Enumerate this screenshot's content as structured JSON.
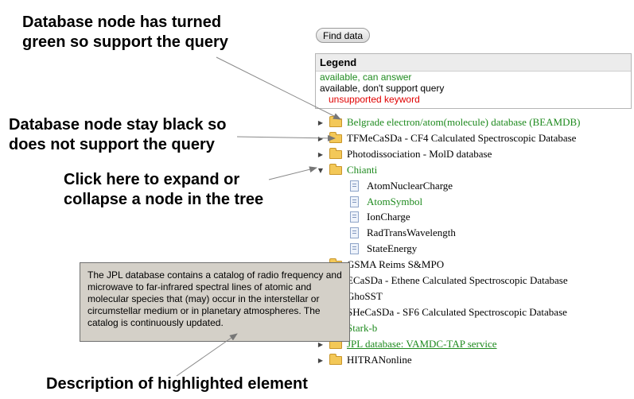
{
  "annotations": {
    "green_node": "Database node has turned green so support the query",
    "black_node": "Database node stay black so does not support the query",
    "expand": "Click here to expand or collapse a node in the tree",
    "description": "Description of highlighted element"
  },
  "toolbar": {
    "find_label": "Find data"
  },
  "legend": {
    "title": "Legend",
    "available": "available, can answer",
    "unsupported_query": "available, don't support query",
    "unsupported_keyword": "unsupported keyword"
  },
  "tree": [
    {
      "label": "Belgrade electron/atom(molecule) database (BEAMDB)",
      "status": "green"
    },
    {
      "label": "TFMeCaSDa - CF4 Calculated Spectroscopic Database",
      "status": "black"
    },
    {
      "label": "Photodissociation - MolD database",
      "status": "black"
    },
    {
      "label": "Chianti",
      "status": "green",
      "expanded": true,
      "children": [
        {
          "label": "AtomNuclearCharge",
          "status": "black"
        },
        {
          "label": "AtomSymbol",
          "status": "green"
        },
        {
          "label": "IonCharge",
          "status": "black"
        },
        {
          "label": "RadTransWavelength",
          "status": "black"
        },
        {
          "label": "StateEnergy",
          "status": "black"
        }
      ]
    },
    {
      "label": "GSMA Reims S&MPO",
      "status": "black"
    },
    {
      "label": "ECaSDa - Ethene Calculated Spectroscopic Database",
      "status": "black"
    },
    {
      "label": "GhoSST",
      "status": "black"
    },
    {
      "label": "SHeCaSDa - SF6 Calculated Spectroscopic Database",
      "status": "black"
    },
    {
      "label": "Stark-b",
      "status": "green"
    },
    {
      "label": "JPL database: VAMDC-TAP service",
      "status": "green",
      "highlighted": true
    },
    {
      "label": "HITRANonline",
      "status": "black"
    }
  ],
  "tooltip": {
    "text": "The JPL database contains a catalog of radio frequency and microwave to far-infrared spectral lines of atomic and molecular species that (may) occur in the interstellar or circumstellar medium or in planetary atmospheres. The catalog is continuously updated."
  },
  "icons": {
    "folder": "folder-icon",
    "document": "document-icon",
    "collapsed": "caret-right-icon",
    "expanded": "caret-down-icon"
  },
  "colors": {
    "green": "#1e8a1e",
    "red": "#e00000",
    "tooltip_bg": "#d4d0c8"
  }
}
